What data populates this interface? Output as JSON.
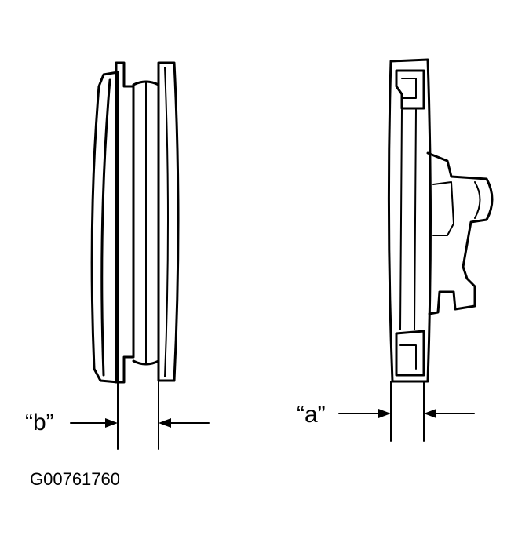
{
  "labels": {
    "left_dimension": "“b”",
    "right_dimension": "“a”",
    "figure_code": "G00761760"
  },
  "colors": {
    "ink": "#000000",
    "paper": "#ffffff"
  }
}
